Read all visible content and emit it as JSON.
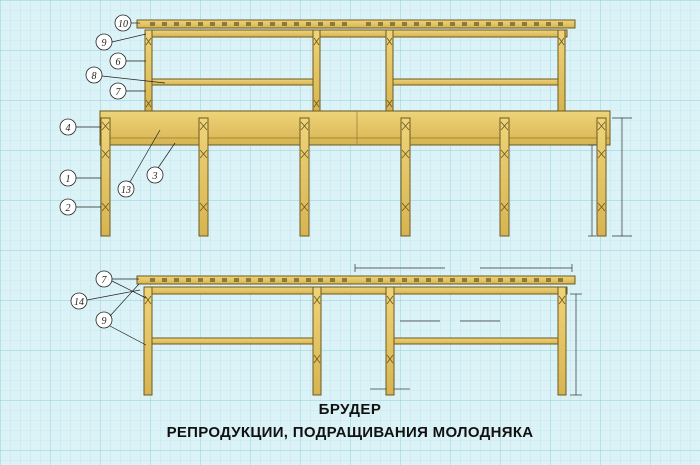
{
  "drawing": {
    "caption_line1": "БРУДЕР",
    "caption_line2": "РЕПРОДУКЦИИ, ПОДРАЩИВАНИЯ  МОЛОДНЯКА",
    "colors": {
      "background": "#d9f1f6",
      "grid_line": "#a9dbe6",
      "wood": "#e6c86a",
      "wood_dark": "#c9a43e",
      "outline": "#6b5a20"
    },
    "top_view_callouts": [
      "10",
      "9",
      "6",
      "8",
      "7",
      "4",
      "13",
      "3",
      "1",
      "2"
    ],
    "bottom_view_callouts": [
      "7",
      "14",
      "9"
    ]
  }
}
